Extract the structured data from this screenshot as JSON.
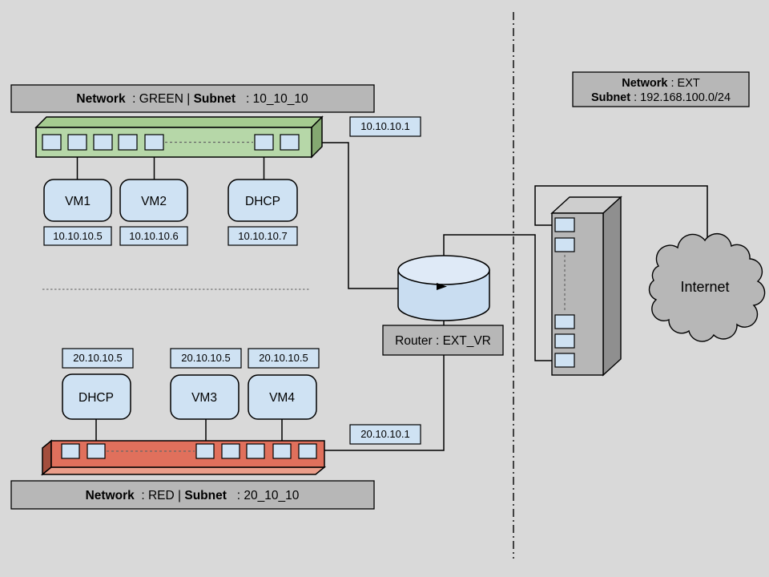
{
  "colors": {
    "background": "#d9d9d9",
    "banner_gray": "#b7b7b7",
    "node_blue": "#cfe2f3",
    "green_switch": "#b6d7a8",
    "red_switch": "#e0705c",
    "cloud_gray": "#b7b7b7"
  },
  "green_zone": {
    "banner": {
      "label1": "Network",
      "value1": "  : GREEN | ",
      "label2": "Subnet",
      "value2": "   : 10_10_10"
    },
    "gateway_ip": "10.10.10.1",
    "nodes": [
      {
        "label": "VM1",
        "ip": "10.10.10.5"
      },
      {
        "label": "VM2",
        "ip": "10.10.10.6"
      },
      {
        "label": "DHCP",
        "ip": "10.10.10.7"
      }
    ]
  },
  "red_zone": {
    "banner": {
      "label1": "Network",
      "value1": "  : RED | ",
      "label2": "Subnet",
      "value2": "   : 20_10_10"
    },
    "gateway_ip": "20.10.10.1",
    "nodes": [
      {
        "label": "DHCP",
        "ip": "20.10.10.5"
      },
      {
        "label": "VM3",
        "ip": "20.10.10.5"
      },
      {
        "label": "VM4",
        "ip": "20.10.10.5"
      }
    ]
  },
  "router": {
    "label": "Router : EXT_VR"
  },
  "ext_zone": {
    "banner": {
      "label1": "Network",
      "value1": " : EXT",
      "label2": "Subnet",
      "value2": " : 192.168.100.0/24"
    },
    "cloud_label": "Internet"
  }
}
